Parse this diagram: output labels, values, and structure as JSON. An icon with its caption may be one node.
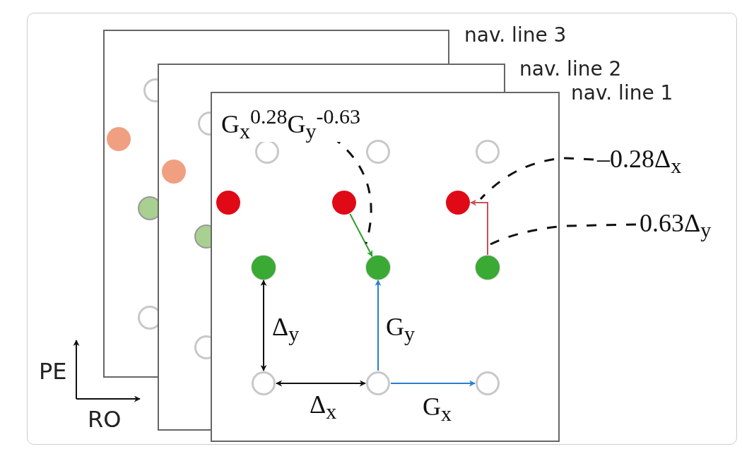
{
  "diagram": {
    "nodes": [
      {
        "text": [
          "G$_{x}$$^{0.28}$G$_{y}$$^{-0.63}$"
        ]
      },
      {
        "text": [
          "–0.28Δ$_{x}$"
        ]
      },
      {
        "text": [
          "0.63Δ$_{y}$"
        ]
      },
      {
        "text": [],
        "shape": "circle"
      },
      {
        "text": [],
        "shape": "circle"
      },
      {
        "text": [],
        "shape": "circle"
      },
      {
        "text": [],
        "shape": "circle"
      },
      {
        "text": [],
        "shape": "circle"
      },
      {
        "text": [],
        "shape": "circle"
      },
      {
        "text": [],
        "shape": "circle"
      },
      {
        "text": [],
        "shape": "circle"
      },
      {
        "text": [],
        "shape": "circle"
      },
      {
        "text": [],
        "shape": "circle"
      },
      {
        "text": [],
        "shape": "circle"
      },
      {
        "text": [],
        "shape": "circle"
      },
      {
        "text": [],
        "shape": "circle"
      },
      {
        "text": [],
        "shape": "circle"
      },
      {
        "text": [],
        "shape": "circle"
      },
      {
        "text": [],
        "shape": "circle"
      },
      {
        "text": [],
        "shape": "circle"
      },
      {
        "text": [],
        "shape": "circle"
      },
      {
        "text": [],
        "shape": "circle"
      },
      {
        "text": [],
        "shape": "circle"
      }
    ],
    "edges": [
      {
        "from": 5,
        "to": 8,
        "arrow": "both",
        "label": "Δ$_{y}$"
      },
      {
        "from": 8,
        "to": 9,
        "arrow": "both",
        "label": "Δ$_{x}$"
      },
      {
        "from": 9,
        "to": 6,
        "arrow": "to",
        "label": "G$_{y}$",
        "color": "#2a7fd0"
      },
      {
        "from": 9,
        "to": 10,
        "arrow": "to",
        "label": "G$_{x}$",
        "color": "#2a7fd0"
      },
      {
        "from": 3,
        "to": 6,
        "arrow": "to",
        "color": "#2ca02c"
      },
      {
        "from": 7,
        "to": 4,
        "arrow": "to",
        "color": "#c8505a"
      },
      {
        "from": 0,
        "to": null,
        "arrow": "none",
        "style": "dashed"
      },
      {
        "from": 1,
        "to": null,
        "arrow": "none",
        "style": "dashed"
      },
      {
        "from": 2,
        "to": null,
        "arrow": "none",
        "style": "dashed"
      }
    ],
    "labels": [
      "nav. line 3",
      "nav. line 2",
      "nav. line 1",
      "PE",
      "RO"
    ]
  }
}
